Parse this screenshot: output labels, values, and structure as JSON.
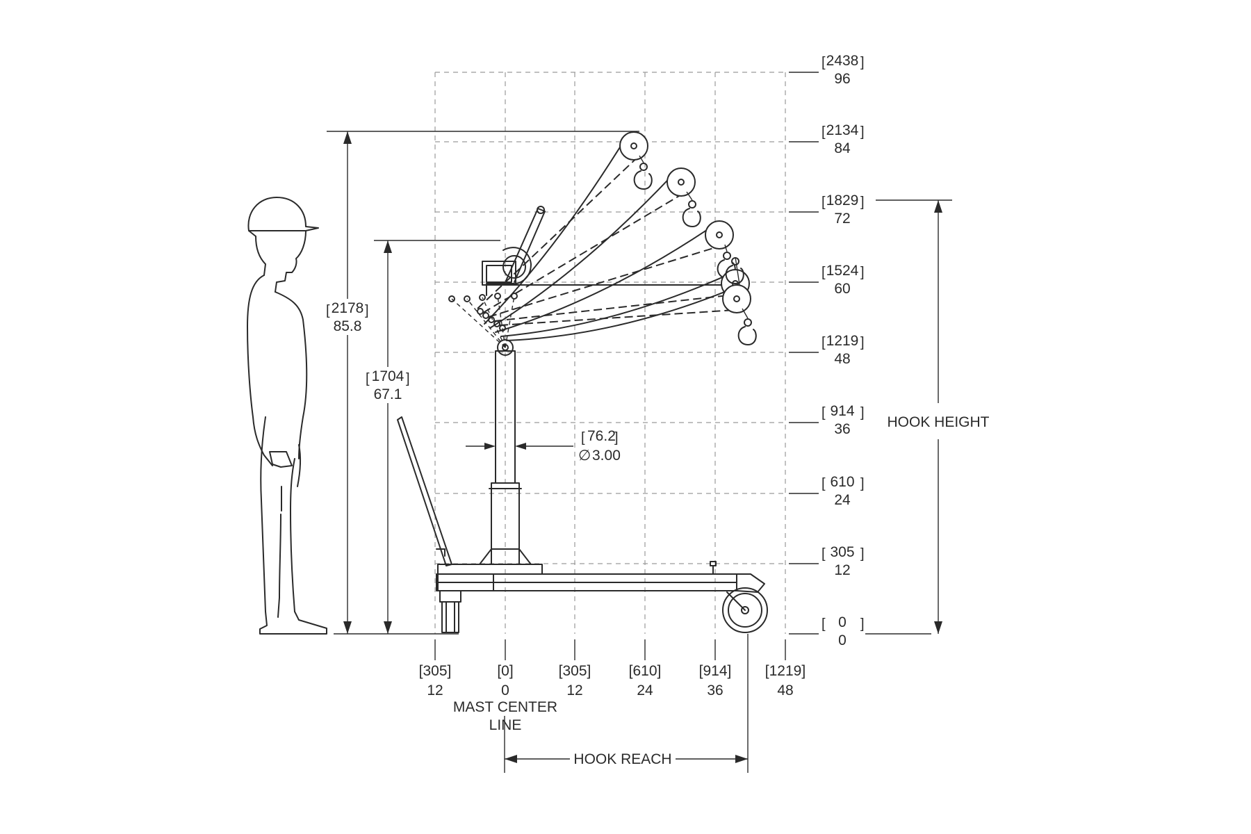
{
  "y_axis_ticks": [
    {
      "mm": "2438",
      "in": "96"
    },
    {
      "mm": "2134",
      "in": "84"
    },
    {
      "mm": "1829",
      "in": "72"
    },
    {
      "mm": "1524",
      "in": "60"
    },
    {
      "mm": "1219",
      "in": "48"
    },
    {
      "mm": "914",
      "in": "36"
    },
    {
      "mm": "610",
      "in": "24"
    },
    {
      "mm": "305",
      "in": "12"
    },
    {
      "mm": "0",
      "in": "0"
    }
  ],
  "x_axis_ticks": [
    {
      "mm": "305",
      "in": "12"
    },
    {
      "mm": "0",
      "in": "0"
    },
    {
      "mm": "305",
      "in": "12"
    },
    {
      "mm": "610",
      "in": "24"
    },
    {
      "mm": "914",
      "in": "36"
    },
    {
      "mm": "1219",
      "in": "48"
    }
  ],
  "dimensions": {
    "overall_height": {
      "mm": "2178",
      "in": "85.8"
    },
    "mast_height": {
      "mm": "1704",
      "in": "67.1"
    },
    "mast_diameter": {
      "mm": "76.2",
      "in": "3.00",
      "symbol": "∅"
    }
  },
  "labels": {
    "mast_center_line_1": "MAST CENTER",
    "mast_center_line_2": "LINE",
    "hook_reach": "HOOK REACH",
    "hook_height": "HOOK HEIGHT"
  }
}
